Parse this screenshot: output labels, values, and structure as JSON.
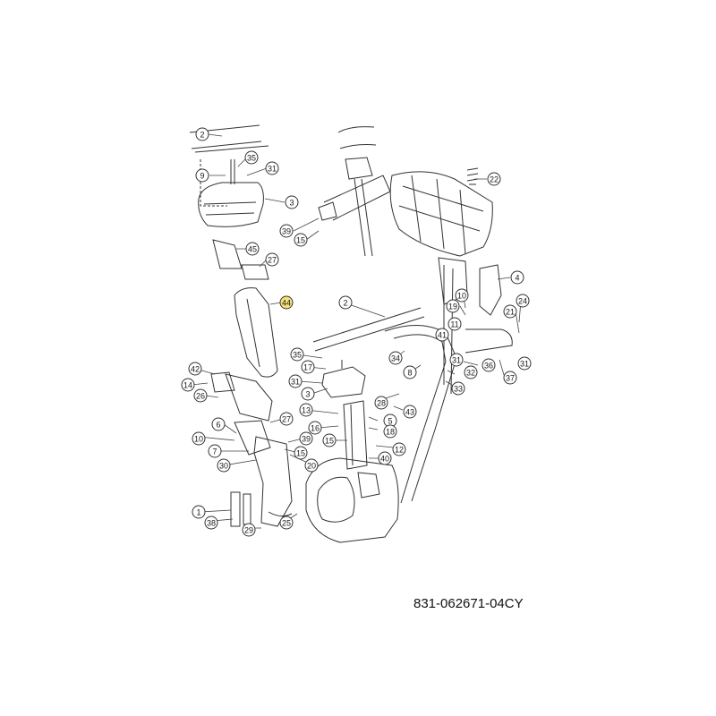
{
  "diagram_ref": "831-062671-04CY",
  "highlight_color": "#f3e27a",
  "callouts": [
    {
      "id": "2",
      "label": "2"
    },
    {
      "id": "9",
      "label": "9"
    },
    {
      "id": "35a",
      "label": "35"
    },
    {
      "id": "31a",
      "label": "31"
    },
    {
      "id": "3a",
      "label": "3"
    },
    {
      "id": "39a",
      "label": "39"
    },
    {
      "id": "15a",
      "label": "15"
    },
    {
      "id": "22",
      "label": "22"
    },
    {
      "id": "45",
      "label": "45"
    },
    {
      "id": "27a",
      "label": "27"
    },
    {
      "id": "44",
      "label": "44",
      "highlight": true
    },
    {
      "id": "4",
      "label": "4"
    },
    {
      "id": "10a",
      "label": "10"
    },
    {
      "id": "24",
      "label": "24"
    },
    {
      "id": "19",
      "label": "19"
    },
    {
      "id": "11",
      "label": "11"
    },
    {
      "id": "21",
      "label": "21"
    },
    {
      "id": "2b",
      "label": "2"
    },
    {
      "id": "41",
      "label": "41"
    },
    {
      "id": "35b",
      "label": "35"
    },
    {
      "id": "34",
      "label": "34"
    },
    {
      "id": "36",
      "label": "36"
    },
    {
      "id": "17",
      "label": "17"
    },
    {
      "id": "31b",
      "label": "31"
    },
    {
      "id": "8",
      "label": "8"
    },
    {
      "id": "37",
      "label": "37"
    },
    {
      "id": "31c",
      "label": "31"
    },
    {
      "id": "32",
      "label": "32"
    },
    {
      "id": "42",
      "label": "42"
    },
    {
      "id": "14",
      "label": "14"
    },
    {
      "id": "31d",
      "label": "31"
    },
    {
      "id": "33",
      "label": "33"
    },
    {
      "id": "3b",
      "label": "3"
    },
    {
      "id": "28",
      "label": "28"
    },
    {
      "id": "26",
      "label": "26"
    },
    {
      "id": "13",
      "label": "13"
    },
    {
      "id": "43",
      "label": "43"
    },
    {
      "id": "27b",
      "label": "27"
    },
    {
      "id": "6",
      "label": "6"
    },
    {
      "id": "5",
      "label": "5"
    },
    {
      "id": "16",
      "label": "16"
    },
    {
      "id": "18",
      "label": "18"
    },
    {
      "id": "10b",
      "label": "10"
    },
    {
      "id": "39b",
      "label": "39"
    },
    {
      "id": "15b",
      "label": "15"
    },
    {
      "id": "12",
      "label": "12"
    },
    {
      "id": "7",
      "label": "7"
    },
    {
      "id": "15c",
      "label": "15"
    },
    {
      "id": "40",
      "label": "40"
    },
    {
      "id": "30",
      "label": "30"
    },
    {
      "id": "20",
      "label": "20"
    },
    {
      "id": "1",
      "label": "1"
    },
    {
      "id": "38",
      "label": "38"
    },
    {
      "id": "25",
      "label": "25"
    },
    {
      "id": "29",
      "label": "29"
    }
  ]
}
